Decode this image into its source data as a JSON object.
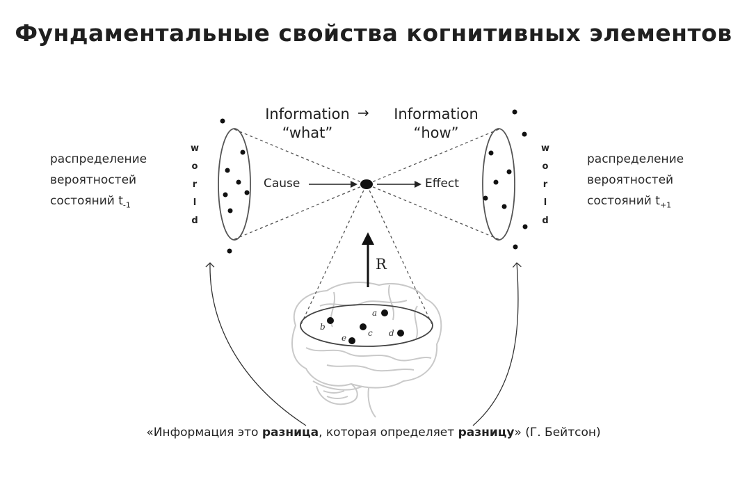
{
  "title": "Фундаментальные свойства когнитивных элементов",
  "left_label": {
    "line1": "распределение",
    "line2": "вероятностей",
    "line3_text": "состояний t",
    "line3_sub": "-1"
  },
  "right_label": {
    "line1": "распределение",
    "line2": "вероятностей",
    "line3_text": "состояний t",
    "line3_sub": "+1"
  },
  "world_letters": [
    "w",
    "o",
    "r",
    "l",
    "d"
  ],
  "info_left": {
    "top": "Information",
    "bottom": "“what”"
  },
  "info_arrow": "→",
  "info_right": {
    "top": "Information",
    "bottom": "“how”"
  },
  "cause": "Cause",
  "effect": "Effect",
  "r_label": "R",
  "dot_labels": {
    "a": "a",
    "b": "b",
    "c": "c",
    "d": "d",
    "e": "e"
  },
  "quote": {
    "p1": "«Информация это ",
    "b1": "разница",
    "p2": ", которая определяет ",
    "b2": "разницу",
    "p3": "»  (Г. Бейтсон)"
  }
}
